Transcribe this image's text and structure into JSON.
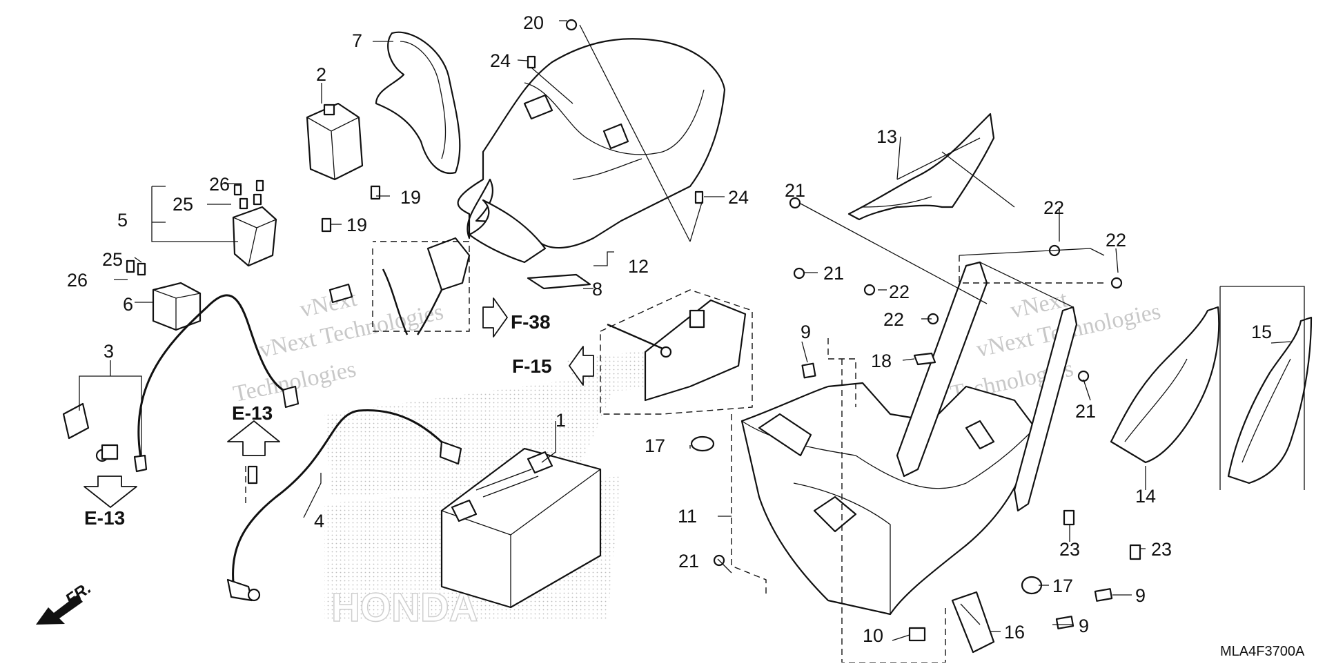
{
  "callouts": {
    "c1": "1",
    "c2": "2",
    "c3": "3",
    "c4": "4",
    "c5": "5",
    "c6": "6",
    "c7": "7",
    "c8": "8",
    "c9a": "9",
    "c9b": "9",
    "c9c": "9",
    "c10": "10",
    "c11": "11",
    "c12": "12",
    "c13": "13",
    "c14": "14",
    "c15": "15",
    "c16": "16",
    "c17a": "17",
    "c17b": "17",
    "c18": "18",
    "c19a": "19",
    "c19b": "19",
    "c20": "20",
    "c21a": "21",
    "c21b": "21",
    "c21c": "21",
    "c21d": "21",
    "c22a": "22",
    "c22b": "22",
    "c22c": "22",
    "c22d": "22",
    "c23a": "23",
    "c23b": "23",
    "c24a": "24",
    "c24b": "24",
    "c25a": "25",
    "c25b": "25",
    "c26a": "26",
    "c26b": "26"
  },
  "references": {
    "f38": "F-38",
    "f15": "F-15",
    "e13_up": "E-13",
    "e13_down": "E-13"
  },
  "front_marker": "FR.",
  "diagram_code": "MLA4F3700A",
  "watermarks": {
    "left_line1": "vNext",
    "left_line2": "vNext Technologies",
    "left_line3": "Technologies",
    "right_line1": "vNext",
    "right_line2": "vNext Technologies",
    "right_line3": "Technologies",
    "brand": "HONDA"
  }
}
